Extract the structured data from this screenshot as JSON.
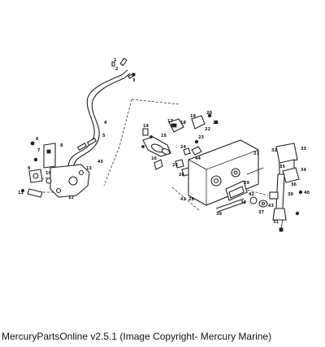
{
  "caption": "MercuryPartsOnline v2.5.1 (Image Copyright- Mercury Marine)",
  "callouts": [
    "1",
    "2",
    "3",
    "4",
    "5",
    "6",
    "7",
    "8",
    "9",
    "10",
    "11",
    "12",
    "13",
    "14",
    "15",
    "16",
    "17",
    "18",
    "19",
    "20",
    "21",
    "22",
    "23",
    "24",
    "25",
    "26",
    "27",
    "28",
    "29",
    "30",
    "31",
    "32",
    "33",
    "34",
    "35",
    "36",
    "37",
    "38",
    "39",
    "40",
    "41",
    "42",
    "43",
    "44",
    "45"
  ]
}
